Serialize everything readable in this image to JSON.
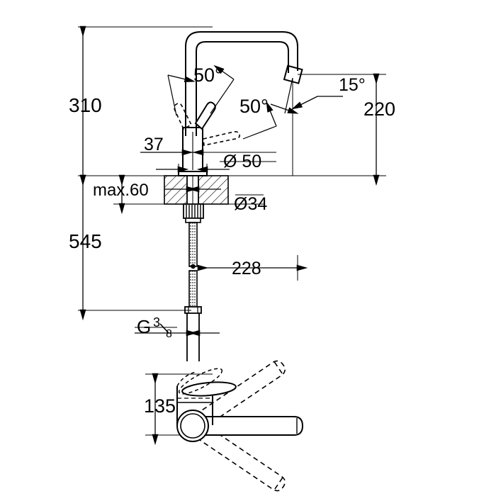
{
  "drawing": {
    "title": "Kitchen mixer tap technical dimension drawing",
    "background_color": "#ffffff",
    "line_color": "#000000",
    "views": [
      {
        "name": "front-elevation",
        "description": "Side elevation with section through countertop"
      },
      {
        "name": "top-view",
        "description": "Plan view showing spout swivel range"
      }
    ]
  },
  "dimensions": {
    "height_total": "310",
    "spout_height": "220",
    "below_counter": "545",
    "spout_reach": "228",
    "body_offset": "37",
    "counter_thickness": "max.60",
    "plan_height": "135",
    "body_diameter": "Ø 50",
    "hole_diameter": "Ø34",
    "thread": {
      "letter": "G",
      "numerator": "3",
      "denominator": "8"
    }
  },
  "angles": {
    "lever_left": "50°",
    "lever_right": "50°",
    "spout_tilt": "15°"
  },
  "labels": {
    "dim_310": "310",
    "dim_220": "220",
    "dim_545": "545",
    "dim_228": "228",
    "dim_37": "37",
    "dim_max60": "max.60",
    "dim_135": "135",
    "dim_d50": "Ø 50",
    "dim_d34": "Ø34",
    "ang_50_left": "50°",
    "ang_50_right": "50°",
    "ang_15": "15°",
    "thread_g": "G",
    "thread_num": "3",
    "thread_den": "8"
  }
}
